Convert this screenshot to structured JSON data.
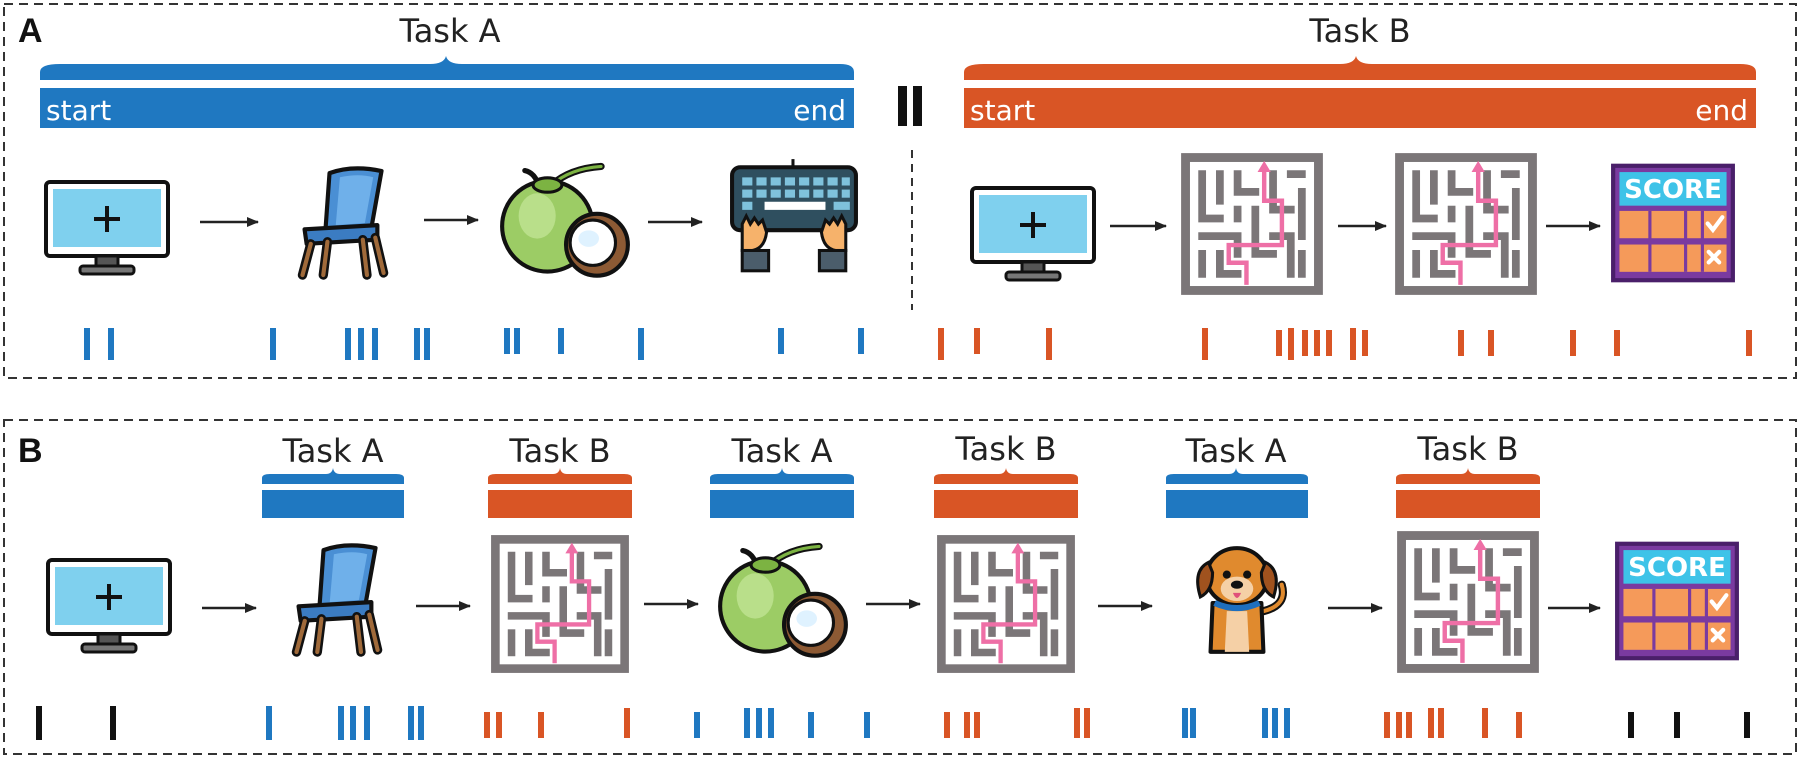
{
  "panel_a": {
    "label": "A",
    "task_a": {
      "title": "Task A",
      "start_label": "start",
      "end_label": "end"
    },
    "task_b": {
      "title": "Task B",
      "start_label": "start",
      "end_label": "end"
    },
    "sequence_a": [
      "monitor-fixation-icon",
      "chair-icon",
      "coconut-icon",
      "keyboard-typing-icon"
    ],
    "sequence_b": [
      "monitor-fixation-icon",
      "maze-icon",
      "maze-icon",
      "score-board-icon"
    ],
    "score_label": "SCORE"
  },
  "panel_b": {
    "label": "B",
    "segments": [
      {
        "title": "Task A",
        "task": "A",
        "icon": "chair-icon"
      },
      {
        "title": "Task B",
        "task": "B",
        "icon": "maze-icon"
      },
      {
        "title": "Task A",
        "task": "A",
        "icon": "coconut-icon"
      },
      {
        "title": "Task B",
        "task": "B",
        "icon": "maze-icon"
      },
      {
        "title": "Task A",
        "task": "A",
        "icon": "dog-icon"
      },
      {
        "title": "Task B",
        "task": "B",
        "icon": "maze-icon"
      }
    ],
    "start_icon": "monitor-fixation-icon",
    "end_icon": "score-board-icon",
    "score_label": "SCORE"
  },
  "colors": {
    "task_a": "#1f78c1",
    "task_b": "#d95525",
    "neutral": "#111111"
  }
}
